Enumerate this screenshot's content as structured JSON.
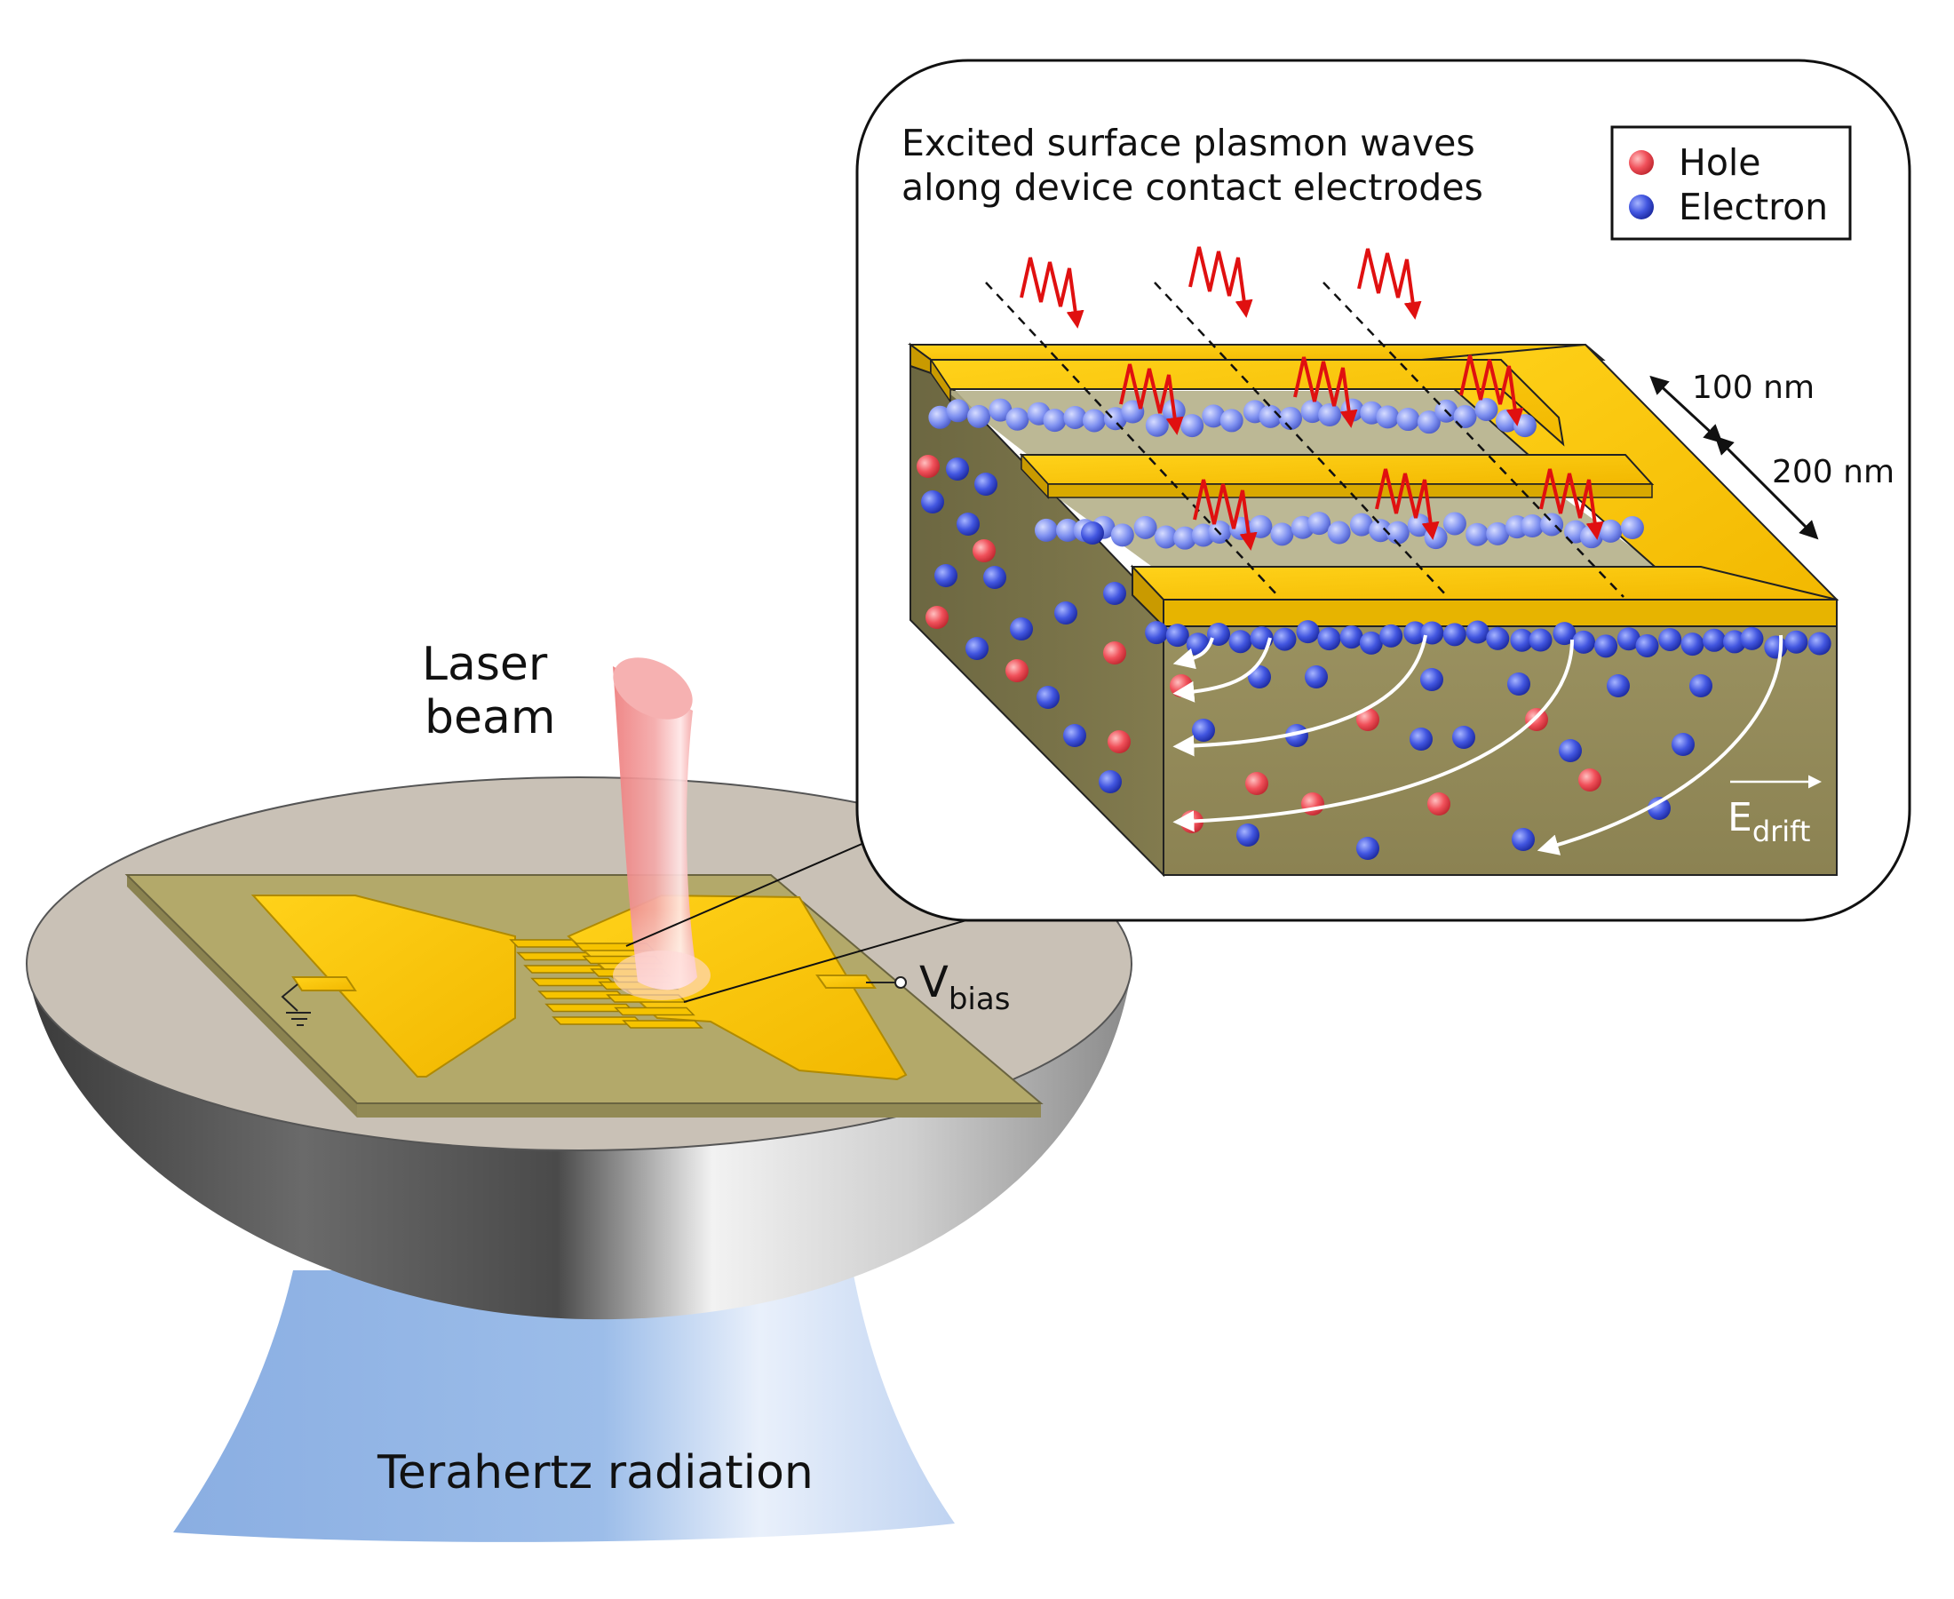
{
  "labels": {
    "laser_line1": "Laser",
    "laser_line2": "beam",
    "terahertz": "Terahertz radiation",
    "vbias_main": "V",
    "vbias_sub": "bias",
    "inset_title_line1": "Excited surface plasmon waves",
    "inset_title_line2": "along device contact electrodes",
    "dim_100": "100 nm",
    "dim_200": "200 nm",
    "edrift_main": "E",
    "edrift_sub": "drift"
  },
  "legend": {
    "items": [
      {
        "label": "Hole",
        "color": "#f0484f"
      },
      {
        "label": "Electron",
        "color": "#3a4fd6"
      }
    ]
  },
  "colors": {
    "gold": "#f6c300",
    "gold_dark": "#c99a00",
    "substrate": "#8f8654",
    "substrate_dark": "#6f6a3e",
    "chip": "#b3a96a",
    "lens_top": "#c9c1b6",
    "laser": "#f08a8a",
    "thz": "#8fb2e3",
    "wave": "#e01010"
  }
}
